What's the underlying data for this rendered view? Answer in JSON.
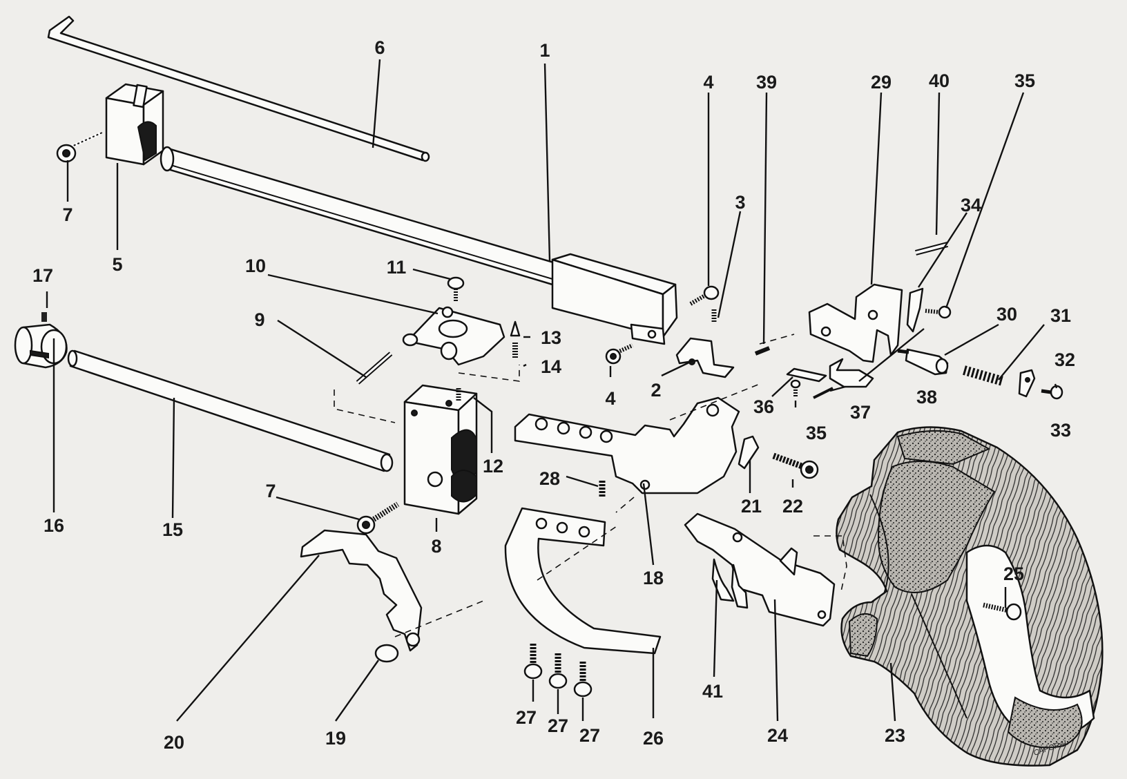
{
  "diagram": {
    "background": "#efeeeb",
    "ink": "#111111",
    "signature": "CAPORAL",
    "callouts": {
      "c1": "1",
      "c2": "2",
      "c3": "3",
      "c4a": "4",
      "c4b": "4",
      "c5": "5",
      "c6": "6",
      "c7a": "7",
      "c7b": "7",
      "c8": "8",
      "c9": "9",
      "c10": "10",
      "c11": "11",
      "c12": "12",
      "c13": "13",
      "c14": "14",
      "c15": "15",
      "c16": "16",
      "c17": "17",
      "c18": "18",
      "c19": "19",
      "c20": "20",
      "c21": "21",
      "c22": "22",
      "c23": "23",
      "c24": "24",
      "c25": "25",
      "c26": "26",
      "c27a": "27",
      "c27b": "27",
      "c27c": "27",
      "c28": "28",
      "c29": "29",
      "c30": "30",
      "c31": "31",
      "c32": "32",
      "c33": "33",
      "c34": "34",
      "c35a": "35",
      "c35b": "35",
      "c36": "36",
      "c37": "37",
      "c38": "38",
      "c39": "39",
      "c40": "40",
      "c41": "41"
    }
  }
}
